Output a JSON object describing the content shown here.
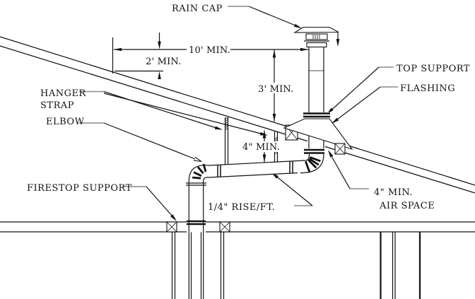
{
  "labels": {
    "rain_cap": "RAIN CAP",
    "top_support": "TOP SUPPORT",
    "flashing": "FLASHING",
    "hanger_line1": "HANGER",
    "hanger_line2": "STRAP",
    "elbow": "ELBOW",
    "firestop_support": "FIRESTOP SUPPORT",
    "rise_per_foot": "1/4\" RISE/FT.",
    "air_space_line1": "4\" MIN.",
    "air_space_line2": "AIR SPACE"
  },
  "dimensions": {
    "horizontal_clearance": "10' MIN.",
    "height_above_roof_10ft": "2' MIN.",
    "height_above_penetration": "3' MIN.",
    "clearance_above_pipe": "4\" MIN."
  },
  "colors": {
    "line": "#111111",
    "leader_stub": "#8a8a8a",
    "background": "#ffffff"
  }
}
